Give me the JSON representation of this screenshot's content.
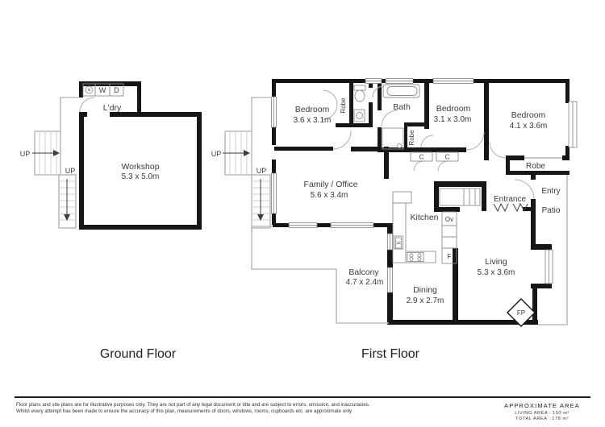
{
  "ground_floor": {
    "title": "Ground Floor",
    "laundry": {
      "label": "L'dry",
      "washer": "W",
      "dryer": "D"
    },
    "workshop": {
      "name": "Workshop",
      "dims": "5.3 x 5.0m"
    },
    "stairs": {
      "up_outer": "UP",
      "up_inner": "UP"
    }
  },
  "first_floor": {
    "title": "First Floor",
    "stairs": {
      "up_outer": "UP",
      "up_inner": "UP"
    },
    "bedroom1": {
      "name": "Bedroom",
      "dims": "3.6 x 3.1m"
    },
    "bedroom2": {
      "name": "Bedroom",
      "dims": "3.1 x 3.0m"
    },
    "bedroom3": {
      "name": "Bedroom",
      "dims": "4.1 x 3.6m"
    },
    "bath": {
      "name": "Bath"
    },
    "family": {
      "name": "Family / Office",
      "dims": "5.6 x 3.4m"
    },
    "kitchen": {
      "name": "Kitchen",
      "oven": "Ov",
      "fridge": "F"
    },
    "living": {
      "name": "Living",
      "dims": "5.3 x 3.6m"
    },
    "dining": {
      "name": "Dining",
      "dims": "2.9 x 2.7m"
    },
    "balcony": {
      "name": "Balcony",
      "dims": "4.7 x 2.4m"
    },
    "entrance": "Entrance",
    "entry": "Entry",
    "patio": "Patio",
    "robe1": "Robe",
    "robe2": "Robe",
    "robe3": "Robe",
    "cupboard1": "C",
    "cupboard2": "C",
    "fireplace": "FP"
  },
  "footer": {
    "disclaimer1": "Floor plans and site plans are for illustrative purposes only. They are not part of any legal document or title and are subject to errors, omission, and inaccuracies.",
    "disclaimer2": "Whilst every attempt has been made to ensure the accuracy of this plan, measurements of doors, windows, rooms, cupboards etc. are approximate only",
    "area_title": "APPROXIMATE AREA",
    "living_area": "LIVING  AREA    :   150 m²",
    "total_area": "TOTAL AREA    :   178 m²"
  }
}
